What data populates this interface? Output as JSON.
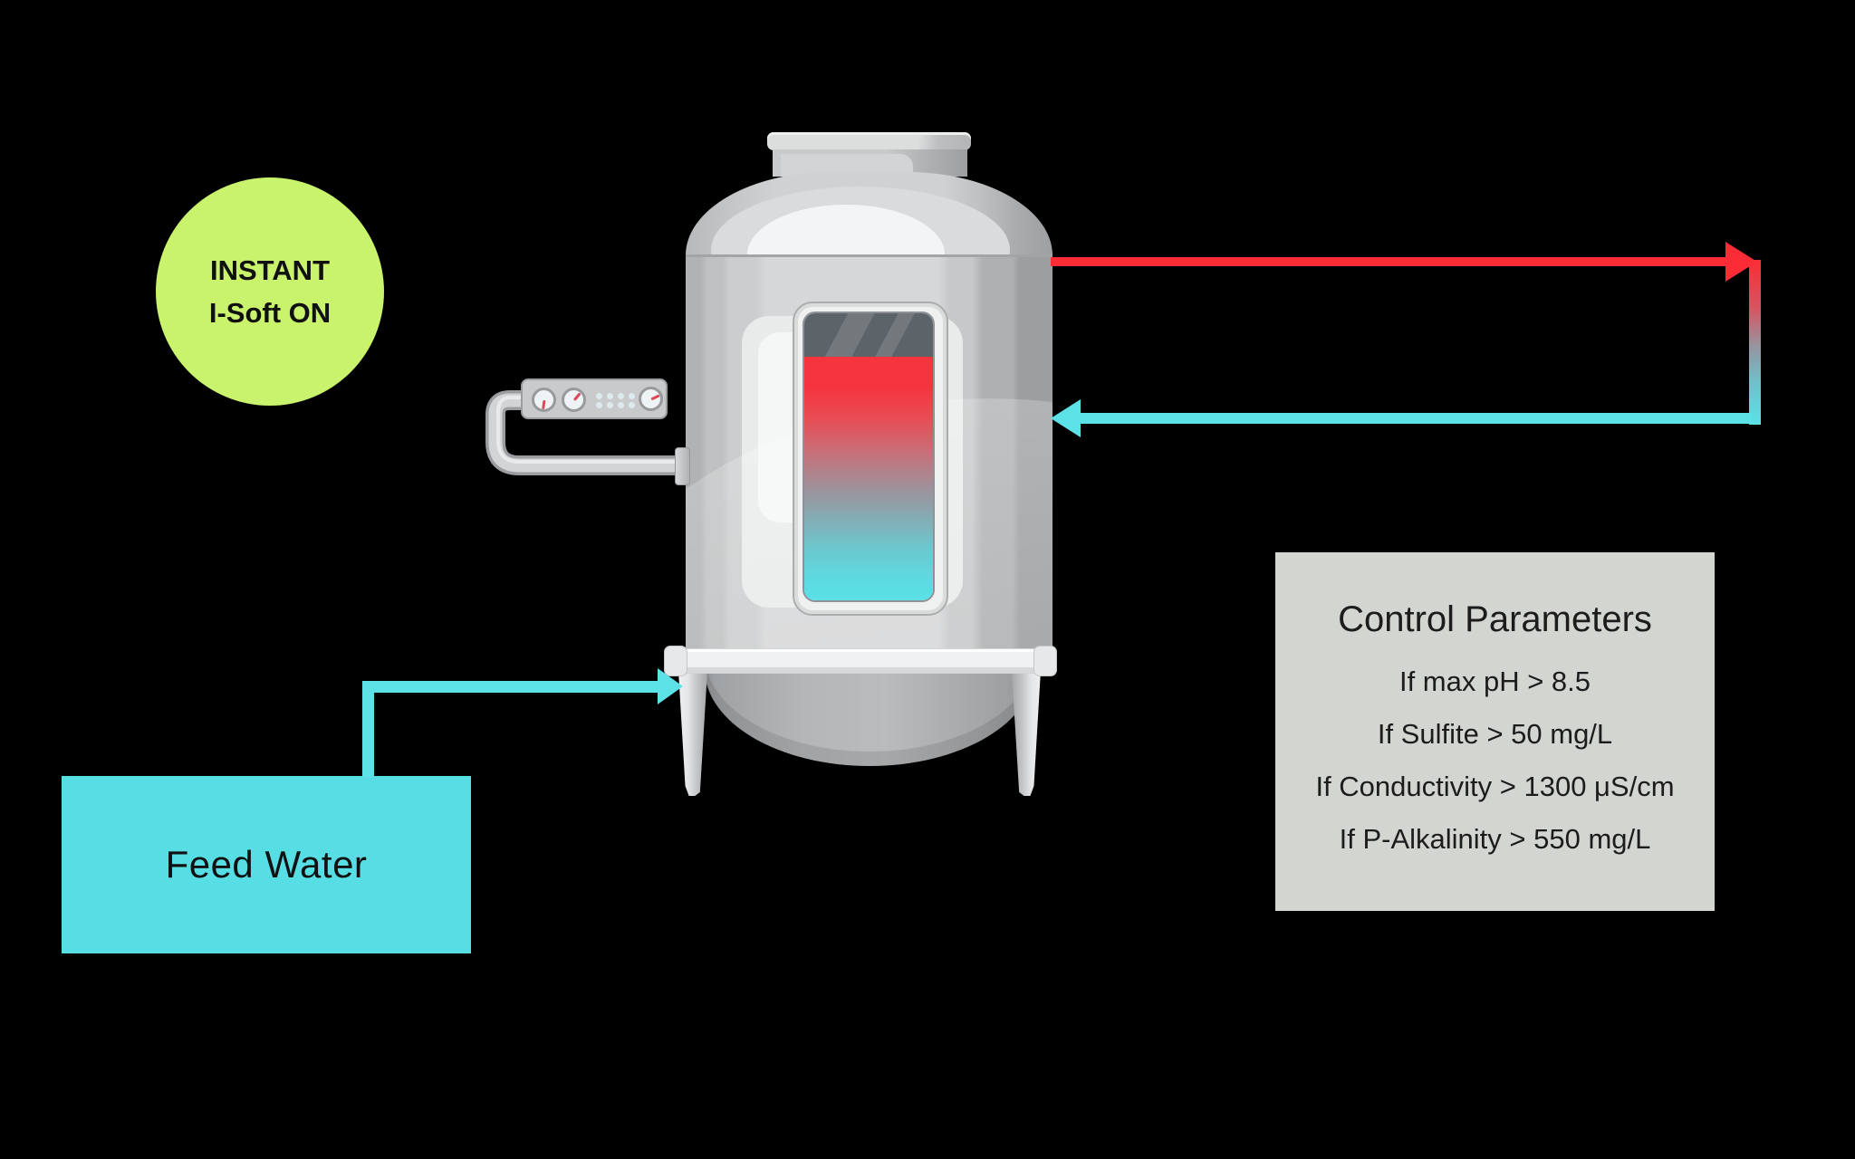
{
  "badge": {
    "line1": "INSTANT",
    "line2": "I-Soft ON"
  },
  "feed_water": {
    "label": "Feed Water"
  },
  "control_box": {
    "title": "Control Parameters",
    "items": [
      "If max pH > 8.5",
      "If Sulfite > 50 mg/L",
      "If Conductivity > 1300 μS/cm",
      "If P-Alkalinity > 550 mg/L"
    ]
  },
  "colors": {
    "background": "#000000",
    "badge_green": "#c9f26d",
    "flow_red": "#fb2c35",
    "flow_cyan": "#5ce1e6",
    "feed_box_cyan": "#57dee5",
    "control_box_gray": "#d3d5d1",
    "tank_gray": "#d6d7d8",
    "sight_glass_top": "#5d6469"
  }
}
